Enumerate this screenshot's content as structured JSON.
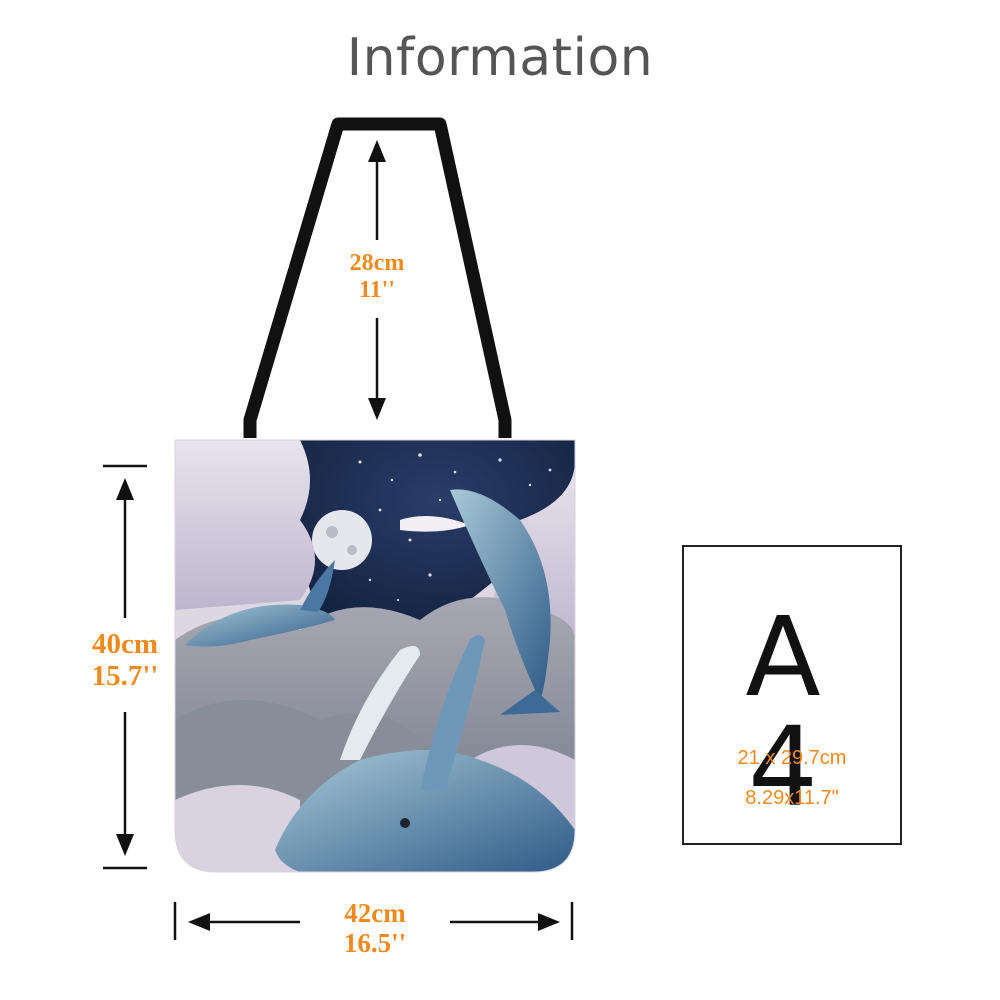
{
  "title": "Information",
  "handle_drop": {
    "cm": "28cm",
    "inch": "11''"
  },
  "height": {
    "cm": "40cm",
    "inch": "15.7''"
  },
  "width": {
    "cm": "42cm",
    "inch": "16.5''"
  },
  "reference": {
    "label": "A 4",
    "size_cm": "21 x 29.7cm",
    "size_inch": "8.29x11.7\""
  },
  "colors": {
    "dimension_text": "#f08a1c",
    "title_text": "#555555",
    "strap": "#111111"
  }
}
